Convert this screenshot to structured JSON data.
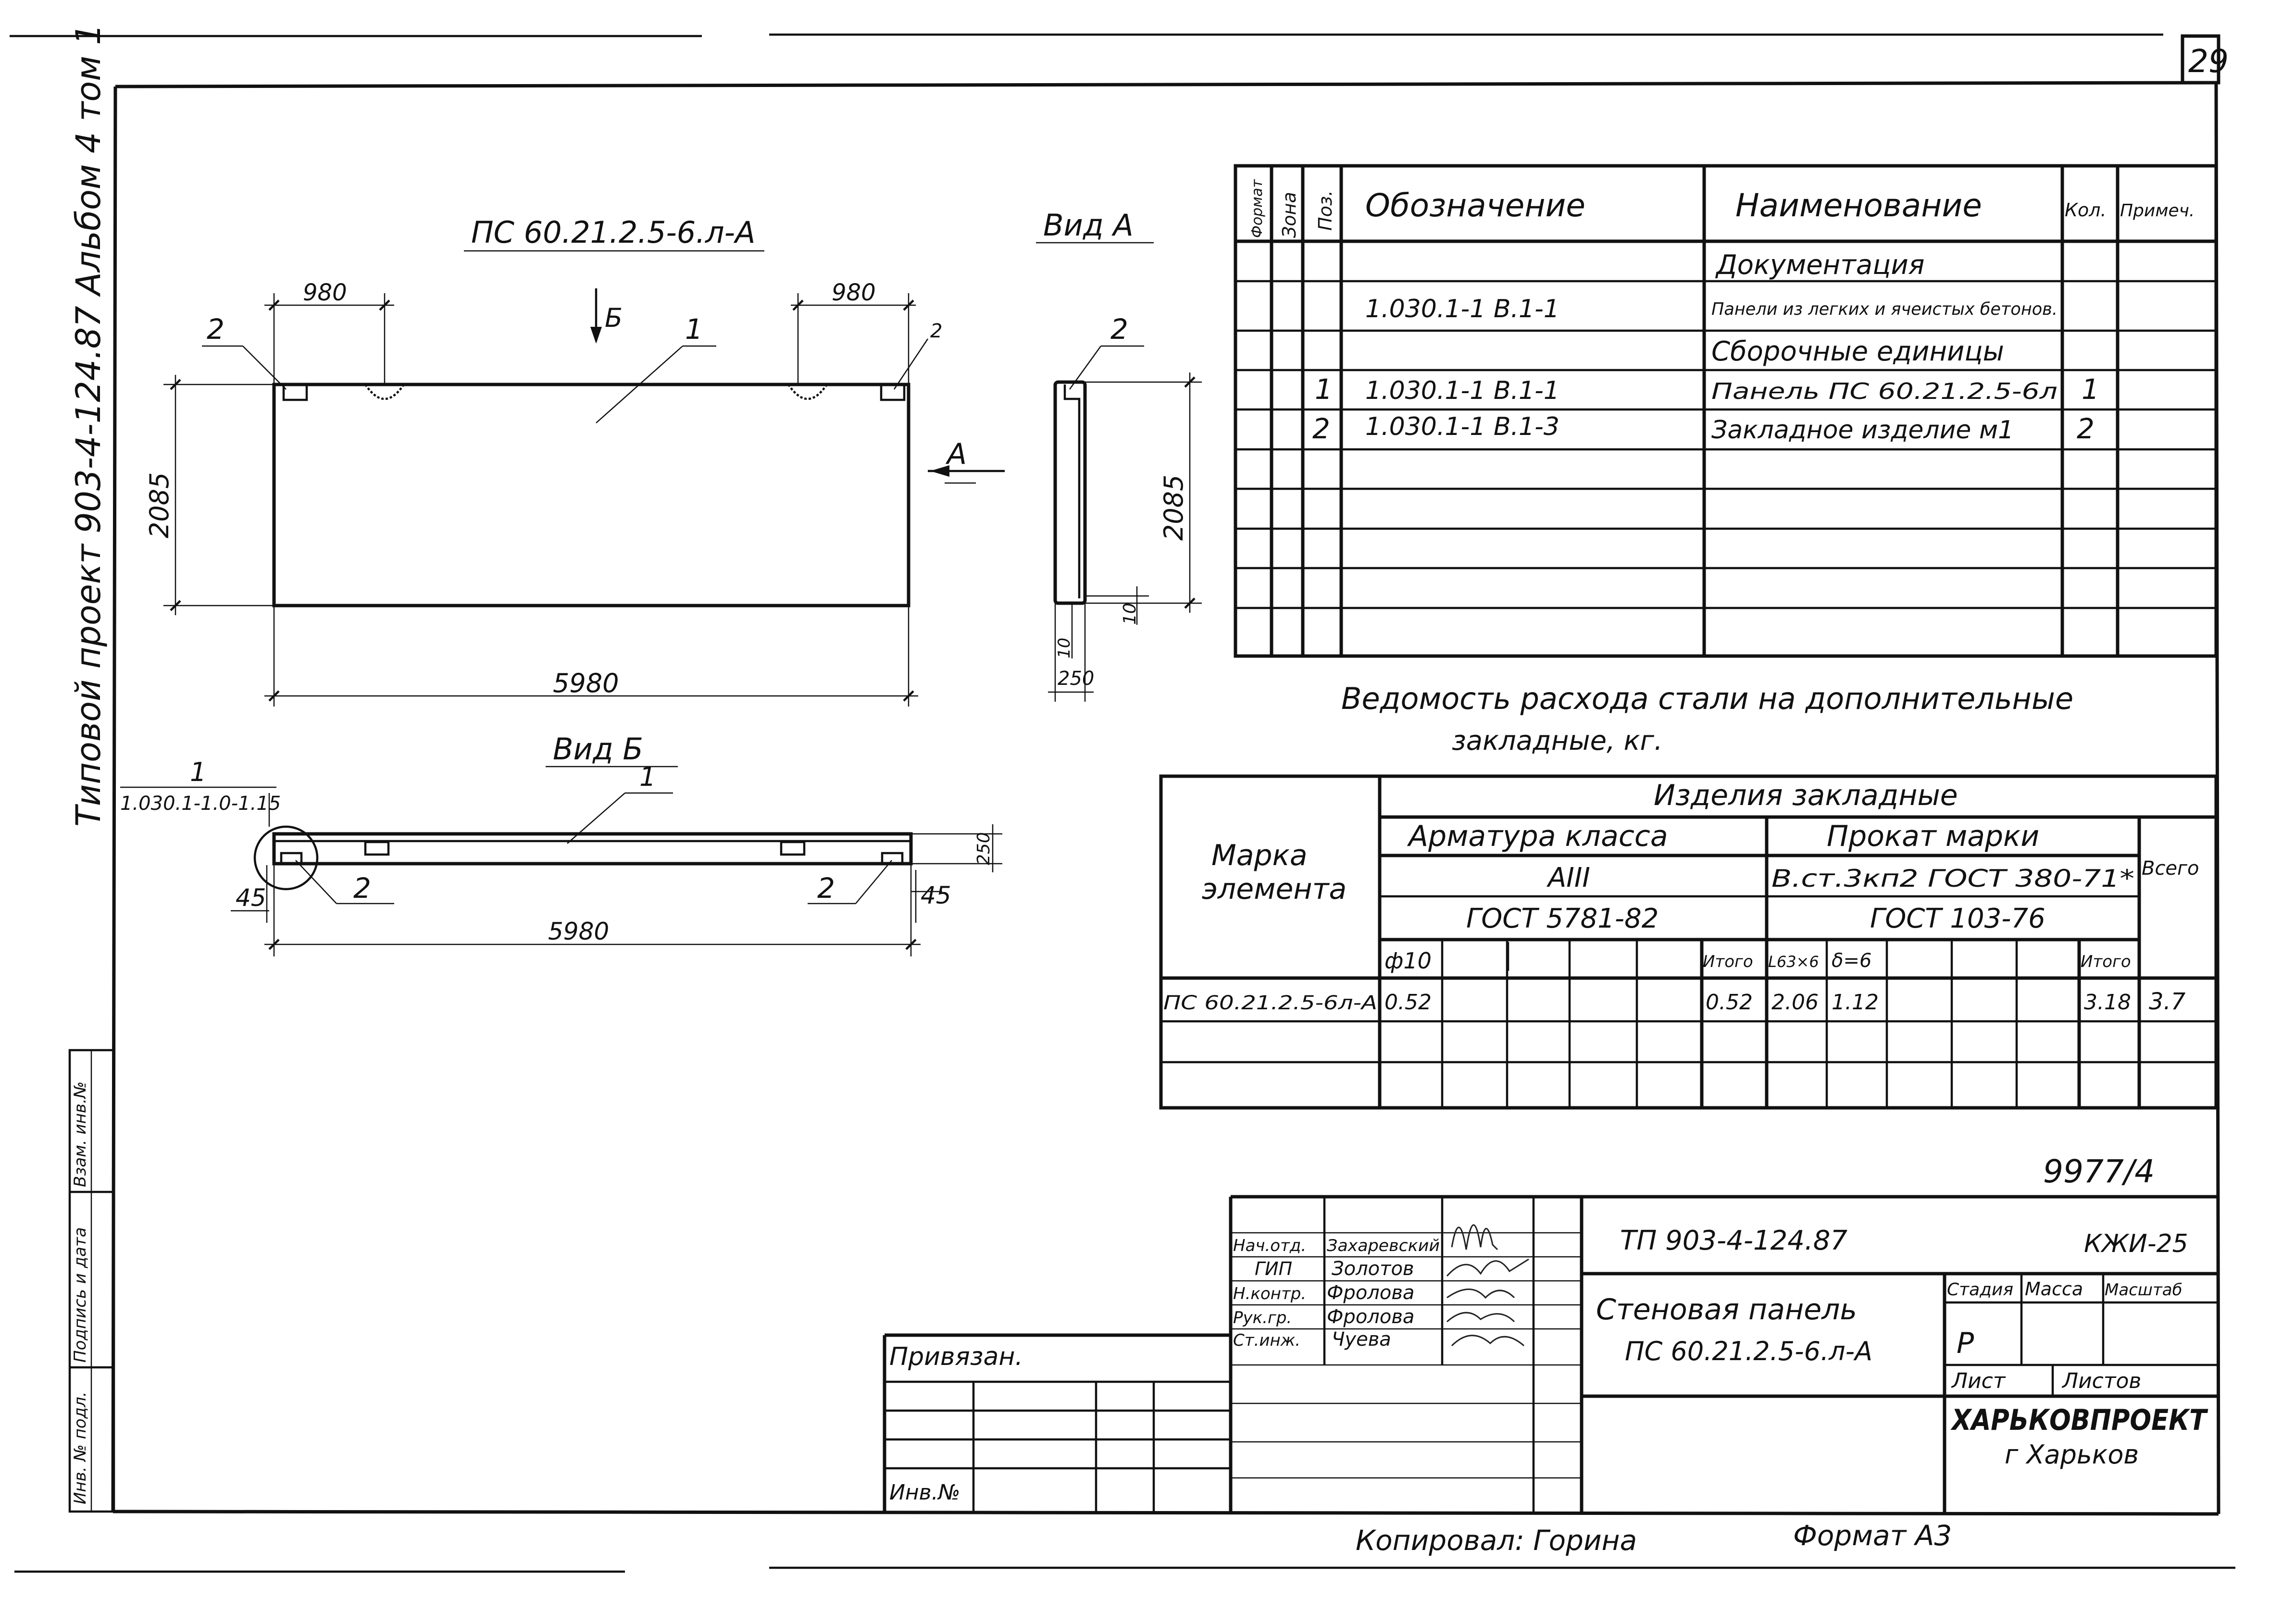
{
  "sheet": {
    "number": "29",
    "side_label": "Типовой проект 903-4-124.87   Альбом 4 том 1",
    "copied_by": "Копировал: Горина",
    "format": "Формат А3",
    "archive_no": "9977/4"
  },
  "drawing": {
    "main_title": "ПС 60.21.2.5-6.л-А",
    "view_a": "Вид А",
    "view_b": "Вид Б",
    "arrow_b": "Б",
    "arrow_a": "А",
    "dim_980_left": "980",
    "dim_980_right": "980",
    "dim_2085": "2085",
    "dim_5980": "5980",
    "dim_2085_side": "2085",
    "dim_10_a": "10",
    "dim_10_b": "10",
    "dim_250": "250",
    "dim_250_b": "250",
    "dim_45_left": "45",
    "dim_45_right": "45",
    "dim_5980_b": "5980",
    "pos1": "1",
    "pos1_b": "1",
    "pos2_a": "2",
    "pos2_b": "2",
    "pos2_c": "2",
    "pos2_d": "2",
    "pos2_e": "2",
    "detail_ref_num": "1",
    "detail_ref": "1.030.1-1.0-1.15"
  },
  "spec": {
    "headers": [
      "Формат",
      "Зона",
      "Поз.",
      "Обозначение",
      "Наименование",
      "Кол.",
      "Примеч."
    ],
    "rows": [
      {
        "pos": "",
        "designation": "",
        "name": "Документация",
        "qty": ""
      },
      {
        "pos": "",
        "designation": "1.030.1-1   В.1-1",
        "name": "Панели из легких и ячеистых бетонов.",
        "qty": ""
      },
      {
        "pos": "",
        "designation": "",
        "name": "Сборочные единицы",
        "qty": ""
      },
      {
        "pos": "1",
        "designation": "1.030.1-1   В.1-1",
        "name": "Панель ПС 60.21.2.5-6л",
        "qty": "1"
      },
      {
        "pos": "2",
        "designation": "1.030.1-1   В.1-3",
        "name": "Закладное изделие м1",
        "qty": "2"
      }
    ]
  },
  "steel": {
    "title": "Ведомость расхода стали на дополнительные",
    "title2": "закладные, кг.",
    "h_mark": "Марка элемента",
    "h_mark1": "Марка",
    "h_mark2": "элемента",
    "h_items": "Изделия закладные",
    "h_rebar": "Арматура класса",
    "h_rebar_class": "АIII",
    "h_rebar_gost": "ГОСТ 5781-82",
    "h_rolled": "Прокат марки",
    "h_rolled_grade": "В.ст.3кп2 ГОСТ 380-71*",
    "h_rolled_gost": "ГОСТ 103-76",
    "h_total": "Всего",
    "c_phi10": "ф10",
    "c_itogo": "Итого",
    "c_63x6": "L63×6",
    "c_d6": "δ=6",
    "c_itogo2": "Итого",
    "row": {
      "mark": "ПС 60.21.2.5-6л-А",
      "phi10": "0.52",
      "itogo": "0.52",
      "l63": "2.06",
      "d6": "1.12",
      "itogo2": "3.18",
      "total": "3.7"
    }
  },
  "title_block": {
    "roles": [
      "Нач.отд.",
      "ГИП",
      "Н.контр.",
      "Рук.гр.",
      "Ст.инж."
    ],
    "names": [
      "Захаревский",
      "Золотов",
      "Фролова",
      "Фролова",
      "Чуева"
    ],
    "project": "ТП   903-4-124.87",
    "code": "КЖИ-25",
    "product1": "Стеновая панель",
    "product2": "ПС 60.21.2.5-6.л-А",
    "stage_h": "Стадия",
    "mass_h": "Масса",
    "scale_h": "Масштаб",
    "stage": "Р",
    "sheet_h": "Лист",
    "sheets_h": "Листов",
    "org": "ХАРЬКОВПРОЕКТ",
    "city": "г Харьков",
    "bound": "Привязан.",
    "inv": "Инв.№"
  },
  "margin": {
    "a": "Инв. № подл.",
    "b": "Подпись и дата",
    "c": "Взам. инв.№"
  }
}
